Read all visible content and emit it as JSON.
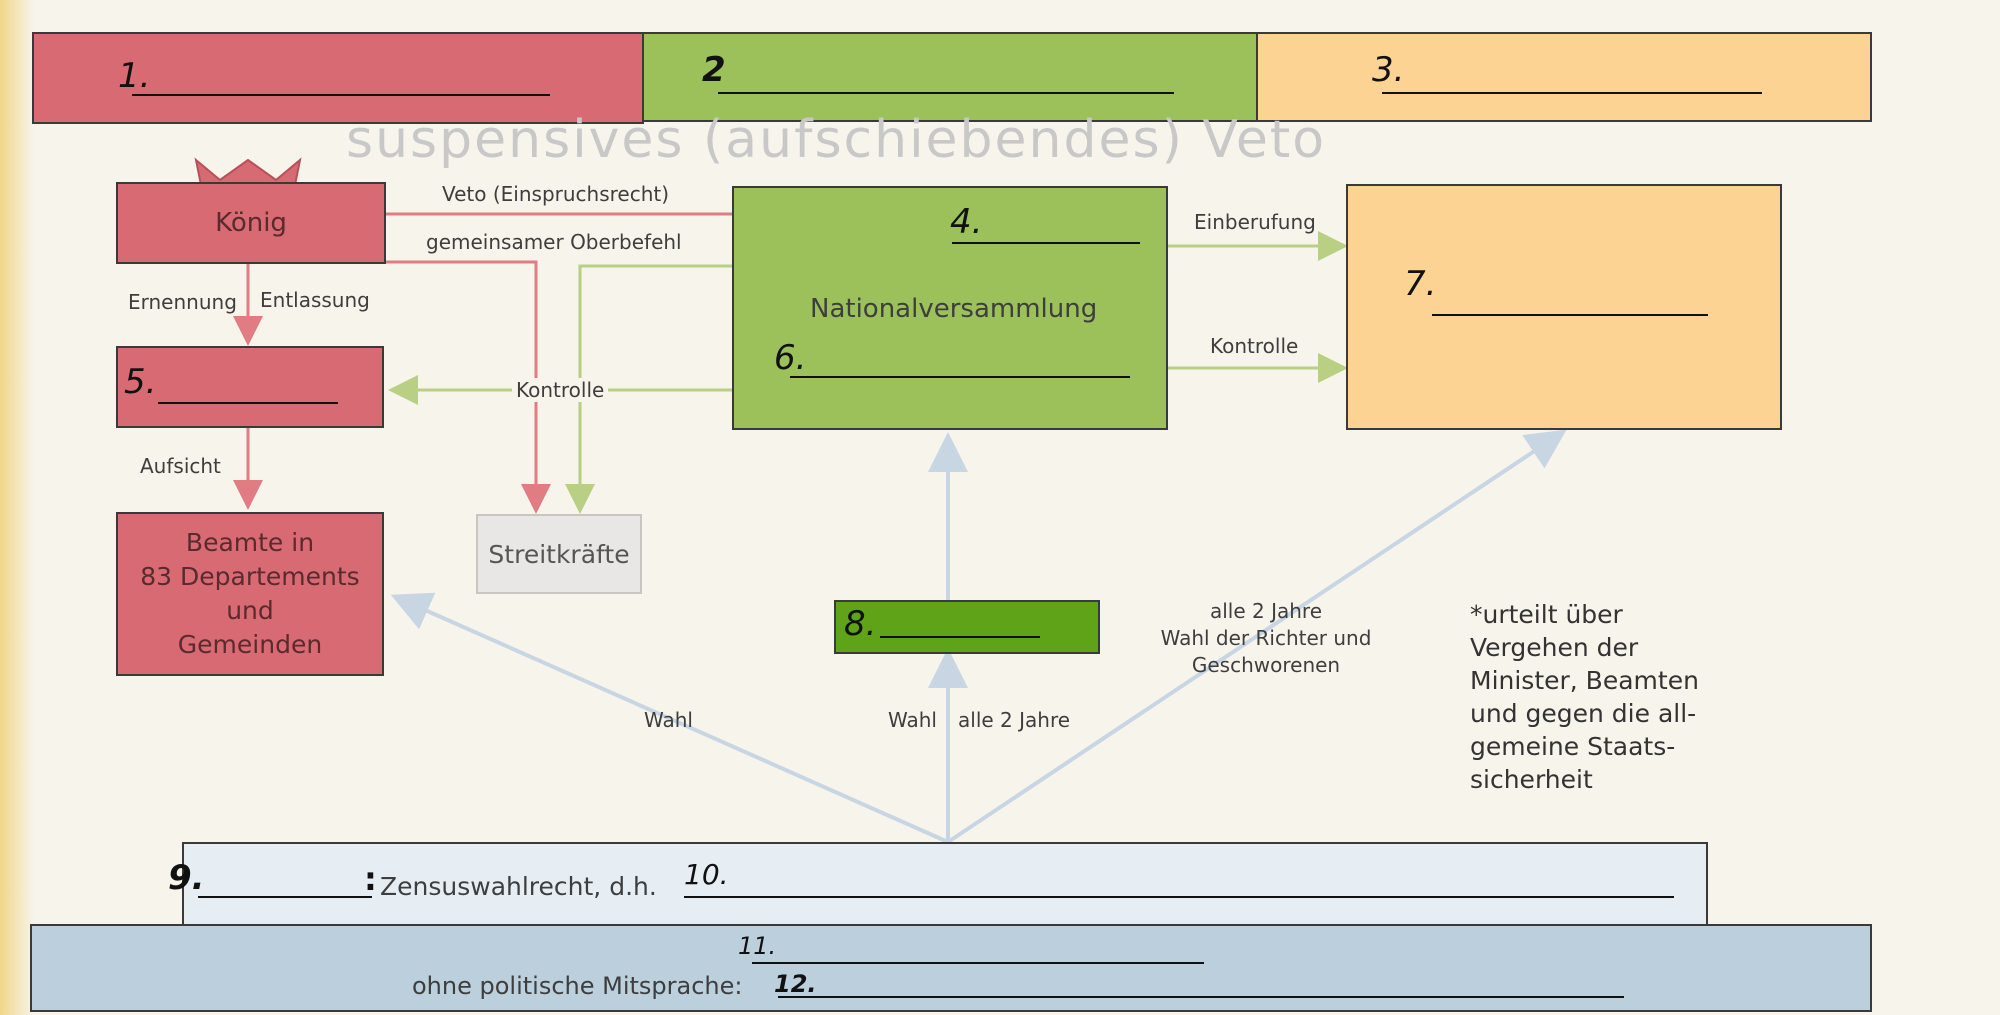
{
  "header_segments": [
    {
      "number": "1.",
      "color": "#d86a73"
    },
    {
      "number": "2",
      "color": "#9cc15a"
    },
    {
      "number": "3.",
      "color": "#fcd393"
    }
  ],
  "handwritten_note": "suspensives (aufschiebendes) Veto",
  "koenig": {
    "label": "König"
  },
  "edge_labels": {
    "veto": "Veto (Einspruchsrecht)",
    "oberbefehl": "gemeinsamer Oberbefehl",
    "ernennung": "Ernennung",
    "entlassung": "Entlassung",
    "kontrolle_left": "Kontrolle",
    "aufsicht": "Aufsicht",
    "einberufung": "Einberufung",
    "kontrolle_right": "Kontrolle",
    "wahl_left": "Wahl",
    "wahl_mid": "Wahl",
    "alle2_mid": "alle 2 Jahre",
    "richter": "alle 2 Jahre\nWahl der Richter und\nGeschworenen"
  },
  "nationalversammlung": {
    "title": "Nationalversammlung",
    "blank4": "4.",
    "blank6": "6."
  },
  "box5": {
    "number": "5."
  },
  "box7": {
    "number": "7."
  },
  "box8": {
    "number": "8."
  },
  "beamte": {
    "label": "Beamte in\n83 Departements\nund\nGemeinden"
  },
  "streitkraefte": {
    "label": "Streitkräfte"
  },
  "footnote": "*urteilt über\nVergehen der\nMinister, Beamten\nund gegen die all-\ngemeine Staats-\nsicherheit",
  "zensus_bar": {
    "number": "9.",
    "colon": ":",
    "text": "Zensuswahlrecht, d.h.",
    "number10": "10."
  },
  "bottom_bar": {
    "number11": "11.",
    "text": "ohne politische Mitsprache:",
    "number12": "12."
  }
}
